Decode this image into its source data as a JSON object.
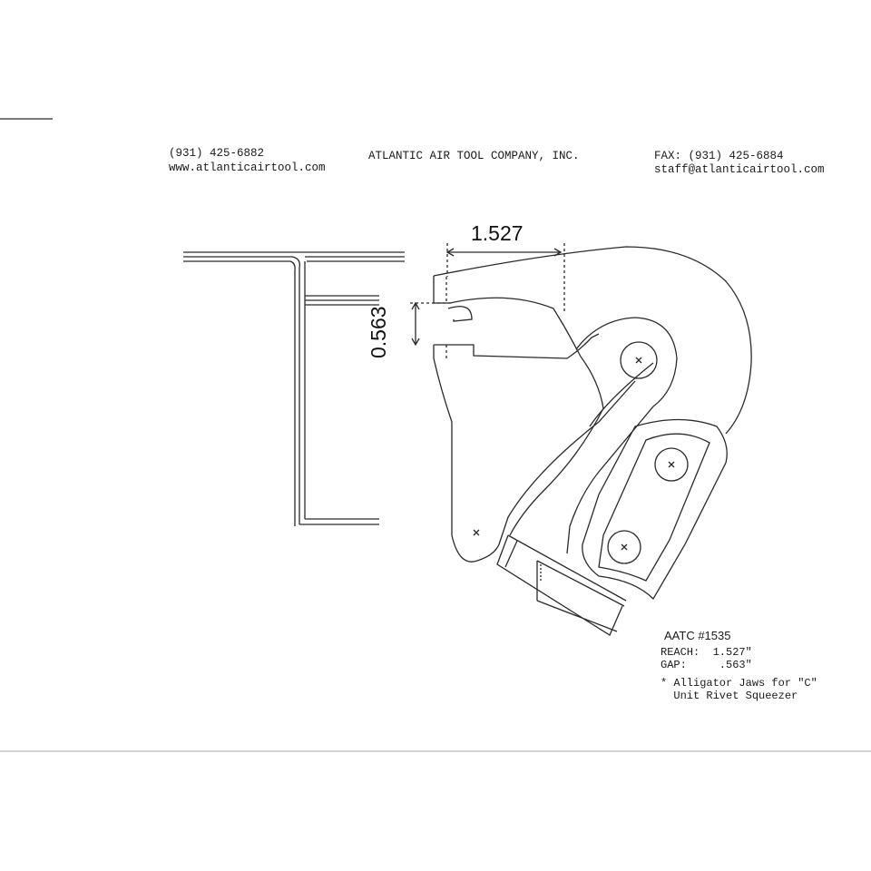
{
  "header": {
    "phone": "(931) 425-6882",
    "website": "www.atlanticairtool.com",
    "company": "ATLANTIC AIR TOOL COMPANY, INC.",
    "fax": "FAX: (931) 425-6884",
    "email": "staff@atlanticairtool.com"
  },
  "dimensions": {
    "reach": "1.527",
    "gap": "0.563"
  },
  "spec": {
    "model": "AATC #1535",
    "reach_line": "REACH:  1.527\"",
    "gap_line": "GAP:     .563\"",
    "note_line1": "* Alligator Jaws for \"C\"",
    "note_line2": "  Unit Rivet Squeezer"
  },
  "colors": {
    "ink": "#2a2a2a",
    "paper": "#ffffff"
  }
}
